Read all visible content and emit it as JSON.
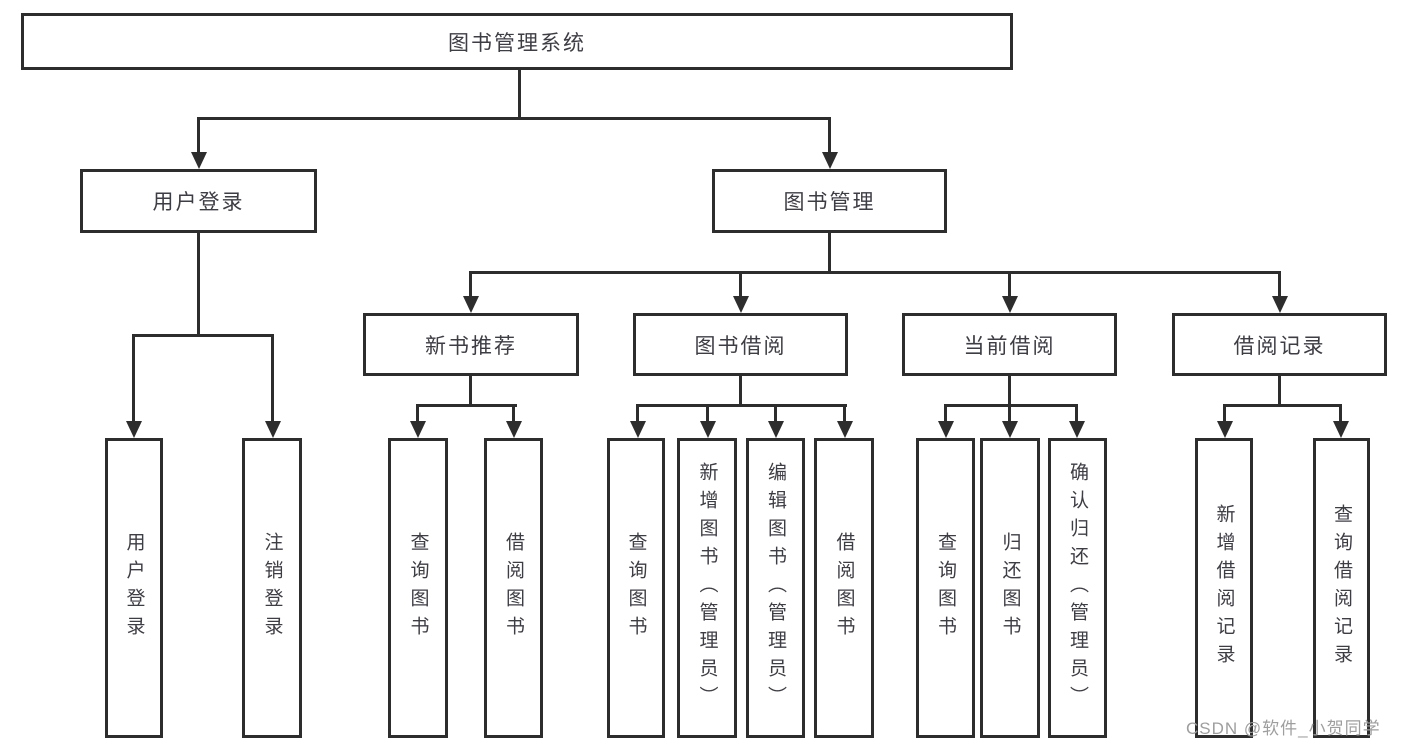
{
  "diagram": {
    "title": "图书管理系统",
    "root": {
      "label": "图书管理系统"
    },
    "level2": [
      {
        "label": "用户登录"
      },
      {
        "label": "图书管理"
      }
    ],
    "level3": [
      {
        "label": "新书推荐",
        "parent": "图书管理"
      },
      {
        "label": "图书借阅",
        "parent": "图书管理"
      },
      {
        "label": "当前借阅",
        "parent": "图书管理"
      },
      {
        "label": "借阅记录",
        "parent": "图书管理"
      }
    ],
    "leaves": [
      {
        "label": "用户登录",
        "parent": "用户登录"
      },
      {
        "label": "注销登录",
        "parent": "用户登录"
      },
      {
        "label": "查询图书",
        "parent": "新书推荐"
      },
      {
        "label": "借阅图书",
        "parent": "新书推荐"
      },
      {
        "label": "查询图书",
        "parent": "图书借阅"
      },
      {
        "label": "新增图书（管理员）",
        "parent": "图书借阅"
      },
      {
        "label": "编辑图书（管理员）",
        "parent": "图书借阅"
      },
      {
        "label": "借阅图书",
        "parent": "图书借阅"
      },
      {
        "label": "查询图书",
        "parent": "当前借阅"
      },
      {
        "label": "归还图书",
        "parent": "当前借阅"
      },
      {
        "label": "确认归还（管理员）",
        "parent": "当前借阅"
      },
      {
        "label": "新增借阅记录",
        "parent": "借阅记录"
      },
      {
        "label": "查询借阅记录",
        "parent": "借阅记录"
      }
    ],
    "watermark": "CSDN @软件_小贺同学",
    "colors": {
      "line": "#2d2d2d",
      "text": "#3d3d44",
      "watermark": "#9e9e9e",
      "background": "#ffffff"
    }
  }
}
